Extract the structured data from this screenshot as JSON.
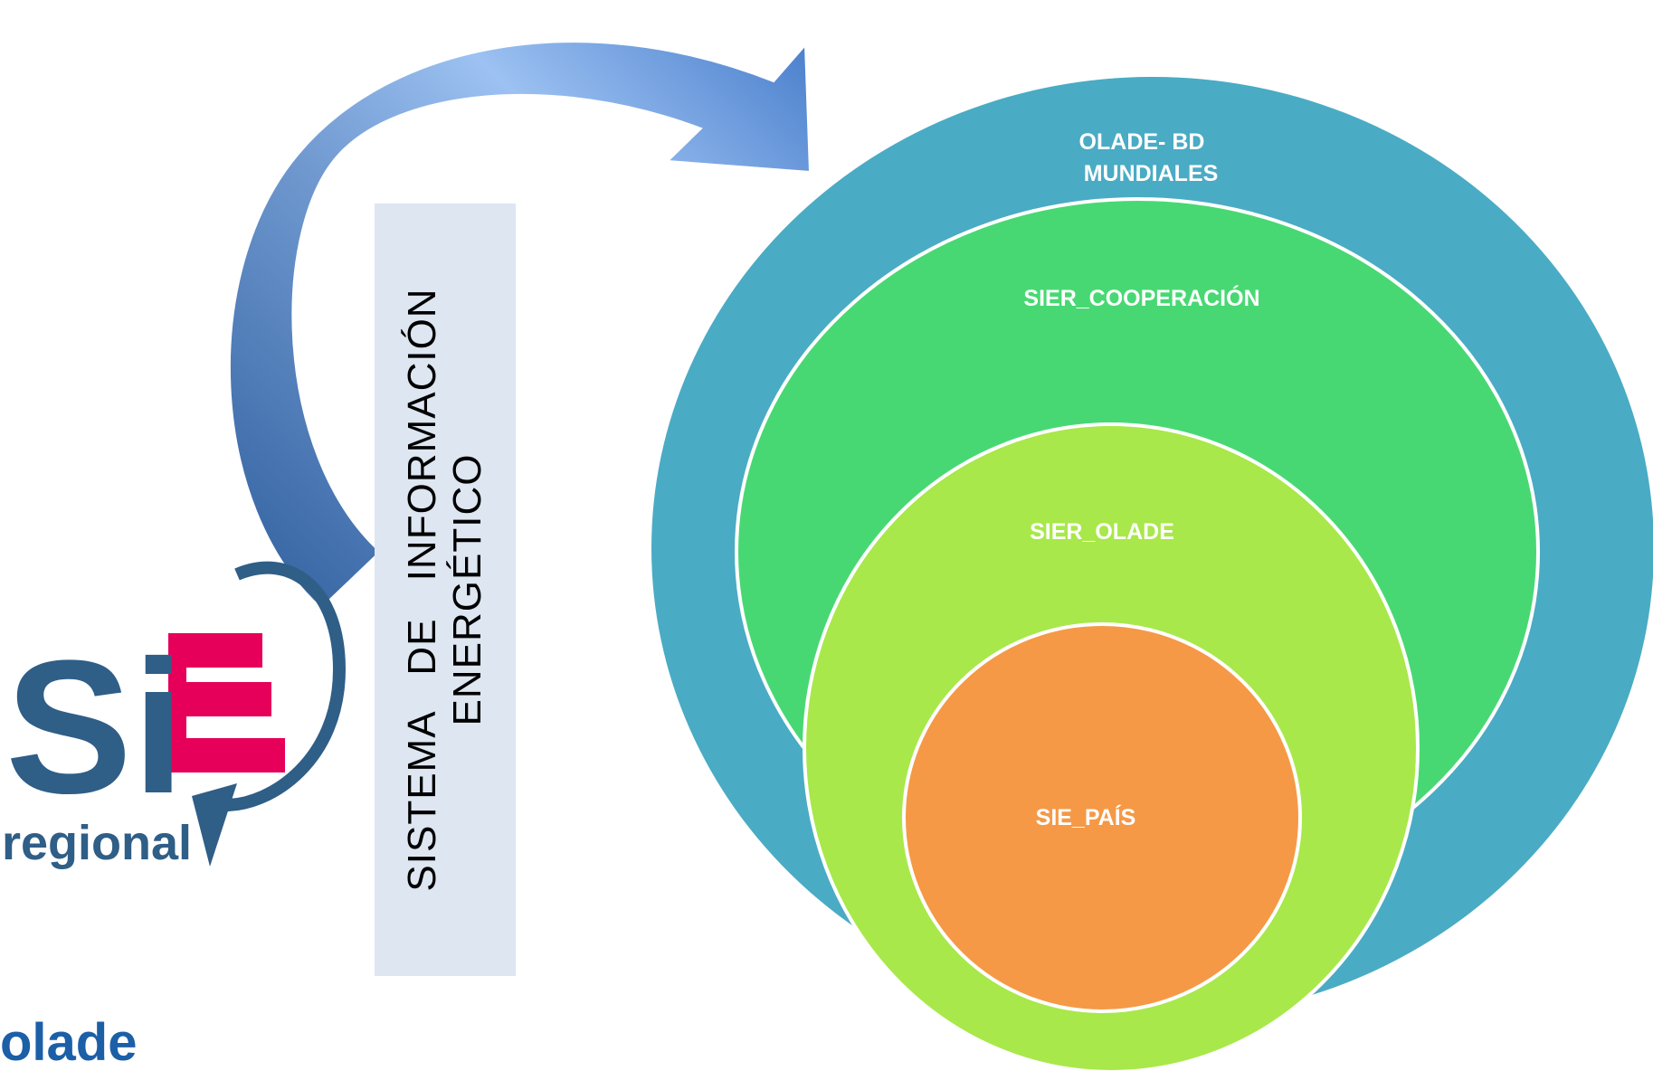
{
  "diagram": {
    "vertical_title_line1": "SISTEMA DE INFORMACIÓN",
    "vertical_title_line2": "ENERGÉTICO",
    "circles": [
      {
        "label": "OLADE- BD",
        "label2": "MUNDIALES",
        "color": "#4aabc4"
      },
      {
        "label": "SIER_COOPERACIÓN",
        "color": "#48d873"
      },
      {
        "label": "SIER_OLADE",
        "color": "#a8e84a"
      },
      {
        "label": "SIE_PAÍS",
        "color": "#f59946"
      }
    ],
    "arrow_color": "#4e86cf"
  },
  "logos": {
    "sie_letters": "Si",
    "sie_sub": "regional",
    "sie_colors": {
      "blue": "#2f5e87",
      "red": "#e6005a"
    },
    "olade": "olade",
    "olade_color": "#1b5fa7"
  }
}
